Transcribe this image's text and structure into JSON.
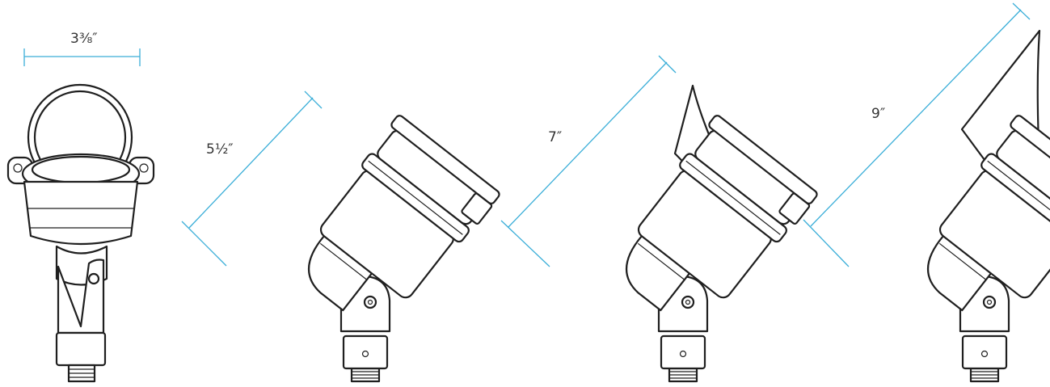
{
  "dimensions": {
    "front_width": "3⅜″",
    "height_short": "5½″",
    "height_medium": "7″",
    "height_long": "9″"
  },
  "colors": {
    "dimension_line": "#3aaed8",
    "outline": "#1f1f1f",
    "label_text": "#333333"
  }
}
